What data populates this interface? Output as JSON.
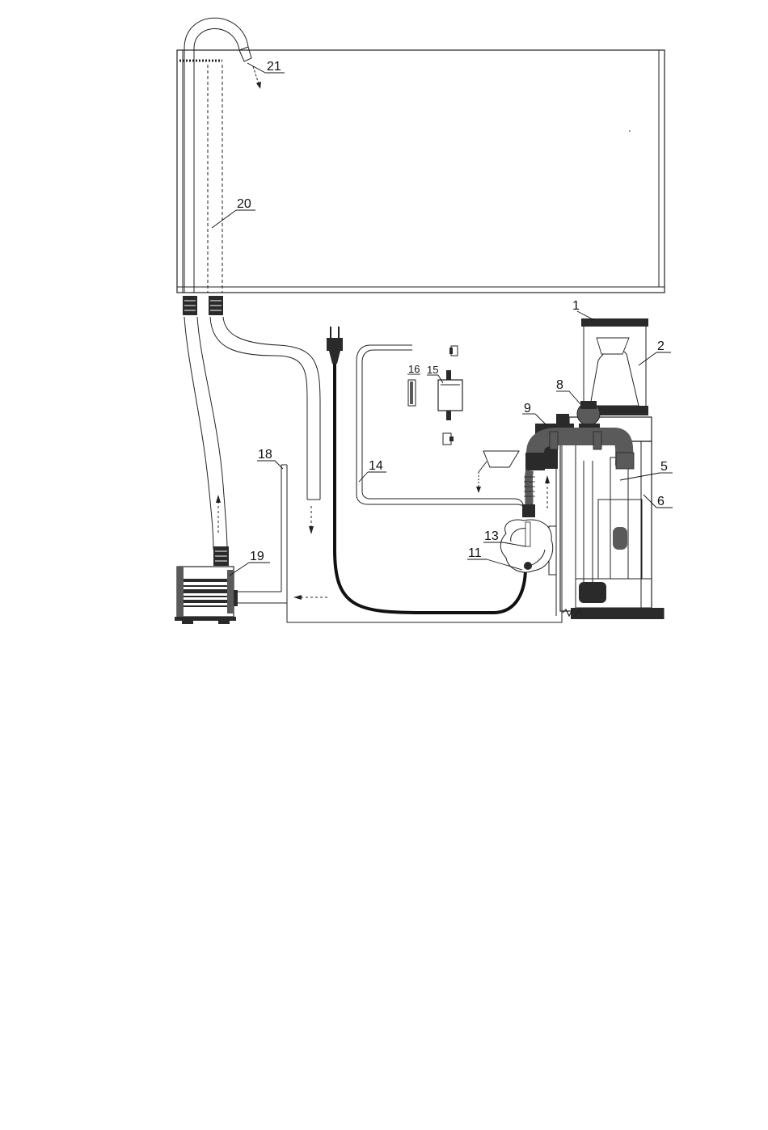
{
  "labels": {
    "l1": "1",
    "l2": "2",
    "l5": "5",
    "l6": "6",
    "l8": "8",
    "l9": "9",
    "l11": "11",
    "l13": "13",
    "l14": "14",
    "l15": "15",
    "l16": "16",
    "l18": "18",
    "l19": "19",
    "l20": "20",
    "l21": "21"
  },
  "colors": {
    "line": "#222222",
    "dark_part": "#2a2a2a",
    "mid_gray": "#5a5a5a",
    "light_fill": "#ffffff"
  }
}
